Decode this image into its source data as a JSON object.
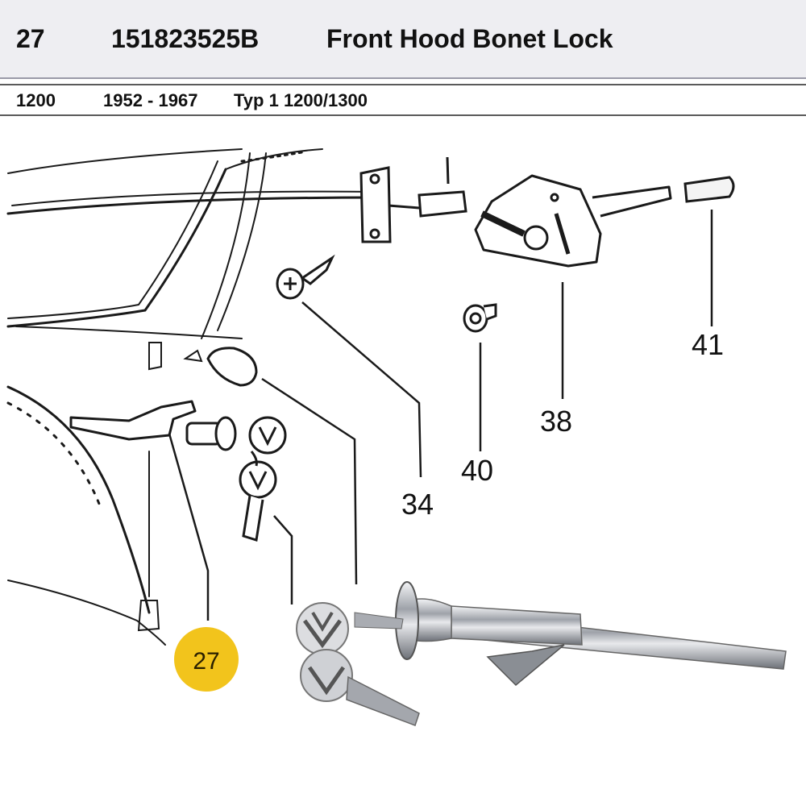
{
  "header": {
    "item_no": "27",
    "part_no": "151823525B",
    "title": "Front Hood Bonet Lock"
  },
  "subheader": {
    "model": "1200",
    "years": "1952 - 1967",
    "type": "Typ 1 1200/1300"
  },
  "callouts": {
    "c27": "27",
    "c34": "34",
    "c38": "38",
    "c40": "40",
    "c41": "41"
  },
  "colors": {
    "badge": "#f2c41c",
    "line_art": "#1a1a1a",
    "chrome": "#b9bcc2"
  }
}
